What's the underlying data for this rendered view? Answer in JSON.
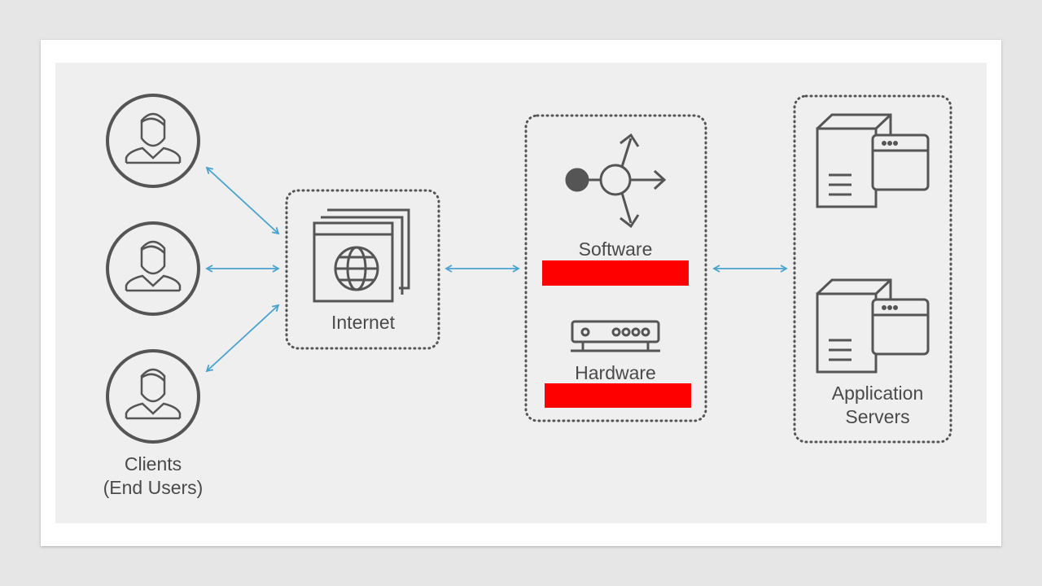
{
  "labels": {
    "clients_line1": "Clients",
    "clients_line2": "(End Users)",
    "internet": "Internet",
    "software": "Software",
    "hardware": "Hardware",
    "servers_line1": "Application",
    "servers_line2": "Servers"
  },
  "colors": {
    "arrow": "#4aa3cf",
    "icon": "#555555",
    "redaction": "#ff0000"
  },
  "icons": [
    "user-icon",
    "web-browser-globe-icon",
    "load-balancer-software-icon",
    "router-hardware-icon",
    "server-window-icon"
  ]
}
